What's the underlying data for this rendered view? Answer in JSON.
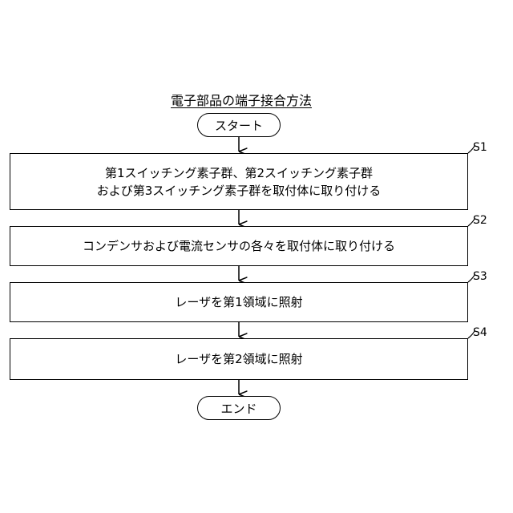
{
  "title": "電子部品の端子接合方法",
  "start_label": "スタート",
  "end_label": "エンド",
  "steps": [
    {
      "id": "S1",
      "lines": [
        "第1スイッチング素子群、第2スイッチング素子群",
        "および第3スイッチング素子群を取付体に取り付ける"
      ]
    },
    {
      "id": "S2",
      "lines": [
        "コンデンサおよび電流センサの各々を取付体に取り付ける"
      ]
    },
    {
      "id": "S3",
      "lines": [
        "レーザを第1領域に照射"
      ]
    },
    {
      "id": "S4",
      "lines": [
        "レーザを第2領域に照射"
      ]
    }
  ]
}
